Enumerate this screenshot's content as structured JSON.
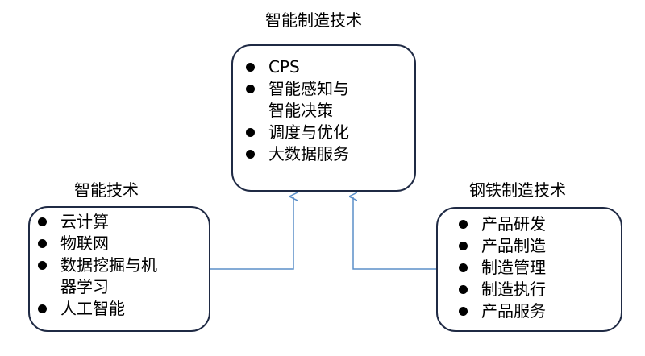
{
  "center": {
    "title": "智能制造技术",
    "items": [
      {
        "text": "CPS",
        "bullet": true
      },
      {
        "text": "智能感知与",
        "bullet": true
      },
      {
        "text": "智能决策",
        "bullet": false
      },
      {
        "text": "调度与优化",
        "bullet": true
      },
      {
        "text": "大数据服务",
        "bullet": true
      }
    ]
  },
  "left": {
    "title": "智能技术",
    "items": [
      {
        "text": "云计算",
        "bullet": true
      },
      {
        "text": "物联网",
        "bullet": true
      },
      {
        "text": "数据挖掘与机",
        "bullet": true
      },
      {
        "text": "器学习",
        "bullet": false
      },
      {
        "text": "人工智能",
        "bullet": true
      }
    ]
  },
  "right": {
    "title": "钢铁制造技术",
    "items": [
      {
        "text": "产品研发",
        "bullet": true
      },
      {
        "text": "产品制造",
        "bullet": true
      },
      {
        "text": "制造管理",
        "bullet": true
      },
      {
        "text": "制造执行",
        "bullet": true
      },
      {
        "text": "产品服务",
        "bullet": true
      }
    ]
  },
  "colors": {
    "box_border": "#1f2a44",
    "connector": "#5b8fc9"
  }
}
